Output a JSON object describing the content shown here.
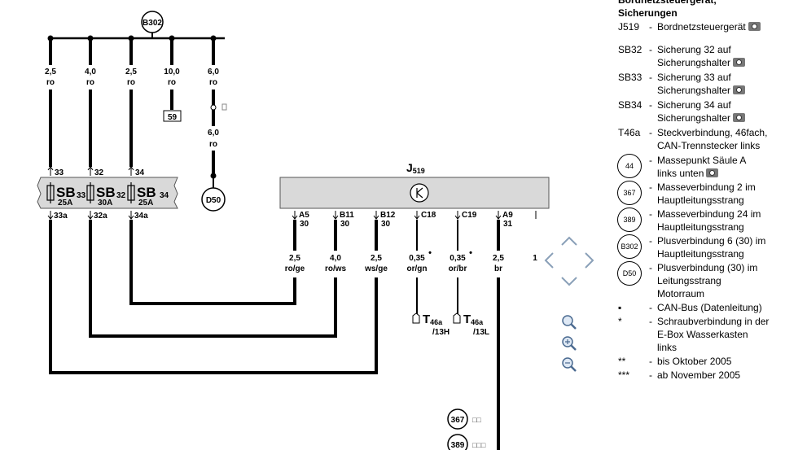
{
  "diagram": {
    "connector_top": "B302",
    "connector_right": "D50",
    "terminal_box": "59",
    "top_wires": [
      {
        "size": "2,5",
        "color": "ro"
      },
      {
        "size": "4,0",
        "color": "ro"
      },
      {
        "size": "2,5",
        "color": "ro"
      },
      {
        "size": "10,0",
        "color": "ro"
      },
      {
        "size": "6,0",
        "color": "ro"
      }
    ],
    "lower_wire_d50": {
      "size": "6,0",
      "color": "ro"
    },
    "fuses": [
      {
        "name": "SB",
        "num": "33",
        "amp": "25A",
        "pin_in": "33",
        "pin_out": "33a"
      },
      {
        "name": "SB",
        "num": "32",
        "amp": "30A",
        "pin_in": "32",
        "pin_out": "32a"
      },
      {
        "name": "SB",
        "num": "34",
        "amp": "25A",
        "pin_in": "34",
        "pin_out": "34a"
      }
    ],
    "unit": {
      "name": "J",
      "sub": "519"
    },
    "pins": [
      {
        "pin": "A5",
        "term": "30",
        "size": "2,5",
        "color": "ro/ge"
      },
      {
        "pin": "B11",
        "term": "30",
        "size": "4,0",
        "color": "ro/ws"
      },
      {
        "pin": "B12",
        "term": "30",
        "size": "2,5",
        "color": "ws/ge"
      },
      {
        "pin": "C18",
        "term": "",
        "size": "0,35",
        "color": "or/gn"
      },
      {
        "pin": "C19",
        "term": "",
        "size": "0,35",
        "color": "or/br"
      },
      {
        "pin": "A9",
        "term": "31",
        "size": "2,5",
        "color": "br"
      }
    ],
    "partial_pin_label": "1",
    "connectors_t46": [
      {
        "name": "T",
        "sub": "46a",
        "pin": "/13H"
      },
      {
        "name": "T",
        "sub": "46a",
        "pin": "/13L"
      }
    ],
    "ground_refs": [
      "367",
      "389"
    ],
    "ground_ref_marks": [
      "□□",
      "□□□"
    ],
    "star": "•"
  },
  "legend": {
    "heading": [
      "Bordnetzsteuergerät,",
      "Sicherungen"
    ],
    "entries": [
      {
        "code": "J519",
        "lines": [
          "Bordnetzsteuergerät"
        ],
        "camera": true,
        "circle": false
      },
      {
        "code": "SB32",
        "lines": [
          "Sicherung 32 auf",
          "Sicherungshalter"
        ],
        "camera": true,
        "circle": false
      },
      {
        "code": "SB33",
        "lines": [
          "Sicherung 33 auf",
          "Sicherungshalter"
        ],
        "camera": true,
        "circle": false
      },
      {
        "code": "SB34",
        "lines": [
          "Sicherung 34 auf",
          "Sicherungshalter"
        ],
        "camera": true,
        "circle": false
      },
      {
        "code": "T46a",
        "lines": [
          "Steckverbindung, 46fach,",
          "CAN-Trennstecker links"
        ],
        "camera": false,
        "circle": false
      },
      {
        "code": "44",
        "lines": [
          "Massepunkt Säule A",
          "links unten"
        ],
        "camera": true,
        "circle": true
      },
      {
        "code": "367",
        "lines": [
          "Masseverbindung 2 im",
          "Hauptleitungsstrang"
        ],
        "camera": false,
        "circle": true
      },
      {
        "code": "389",
        "lines": [
          "Masseverbindung 24 im",
          "Hauptleitungsstrang"
        ],
        "camera": false,
        "circle": true
      },
      {
        "code": "B302",
        "lines": [
          "Plusverbindung 6 (30) im",
          "Hauptleitungsstrang"
        ],
        "camera": false,
        "circle": true
      },
      {
        "code": "D50",
        "lines": [
          "Plusverbindung (30) im",
          "Leitungsstrang",
          "Motorraum"
        ],
        "camera": false,
        "circle": true
      },
      {
        "code": "▪",
        "lines": [
          "CAN-Bus (Datenleitung)"
        ],
        "camera": false,
        "circle": false
      },
      {
        "code": "*",
        "lines": [
          "Schraubverbindung in der",
          "E-Box Wasserkasten",
          "links"
        ],
        "camera": false,
        "circle": false
      },
      {
        "code": "**",
        "lines": [
          "bis Oktober 2005"
        ],
        "camera": false,
        "circle": false
      },
      {
        "code": "***",
        "lines": [
          "ab November 2005"
        ],
        "camera": false,
        "circle": false
      }
    ],
    "dash": "-"
  }
}
